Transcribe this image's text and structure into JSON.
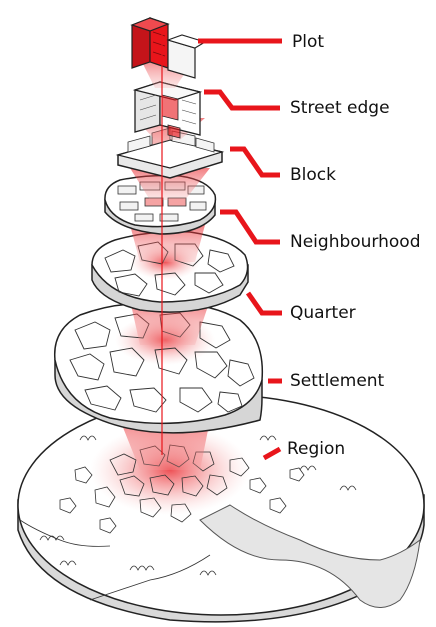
{
  "labels": {
    "plot": "Plot",
    "street_edge": "Street edge",
    "block": "Block",
    "neighbourhood": "Neighbourhood",
    "quarter": "Quarter",
    "settlement": "Settlement",
    "region": "Region"
  },
  "colors": {
    "accent": "#e8151b",
    "highlight": "#f28c8c",
    "outline": "#222222",
    "fill": "#ffffff",
    "shadow": "#cfcfcf"
  }
}
